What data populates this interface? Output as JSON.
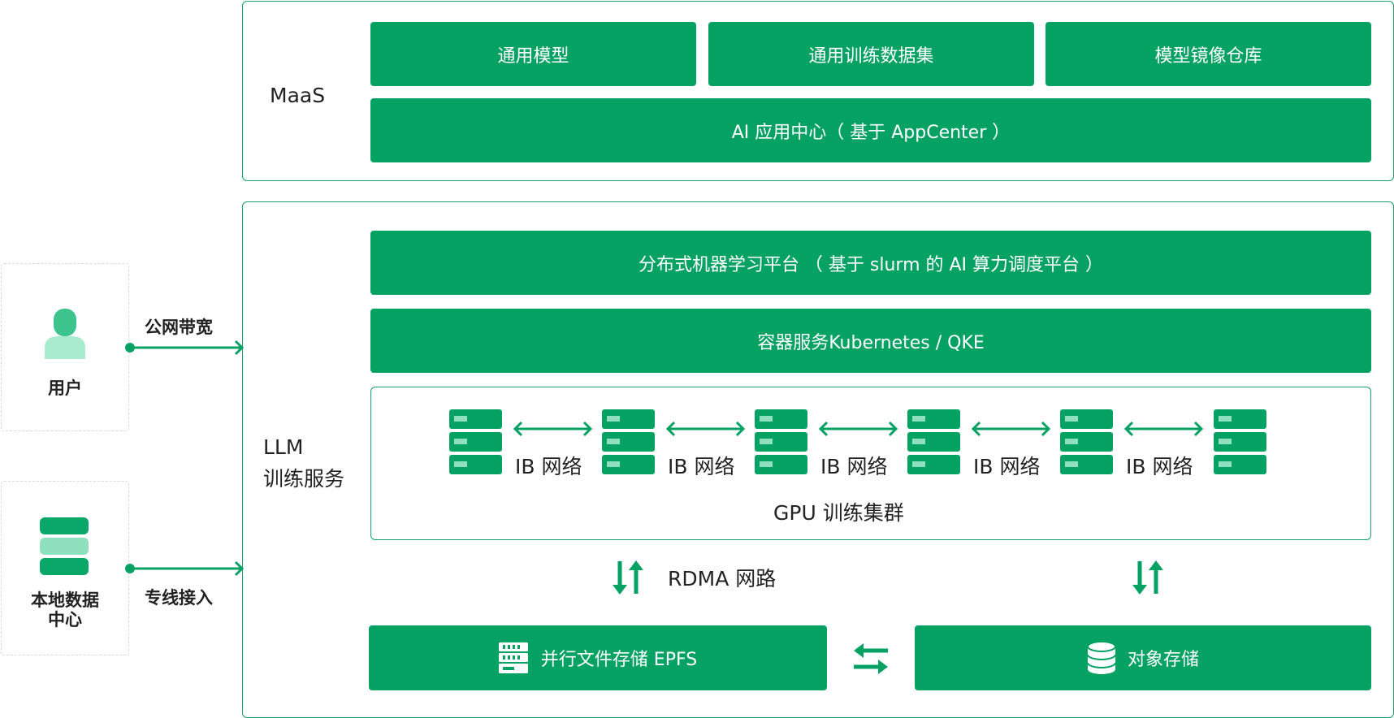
{
  "maas": {
    "label": "MaaS",
    "tiles": [
      "通用模型",
      "通用训练数据集",
      "模型镜像仓库"
    ],
    "app_center": "AI 应用中心（ 基于 AppCenter ）"
  },
  "llm": {
    "label_line1": "LLM",
    "label_line2": "训练服务",
    "distributed_platform": "分布式机器学习平台 （ 基于 slurm 的 AI 算力调度平台 ）",
    "container_service": "容器服务Kubernetes / QKE",
    "ib_network_label": "IB 网络",
    "cluster_label": "GPU 训练集群",
    "rdma_label": "RDMA 网路",
    "parallel_storage": "并行文件存储 EPFS",
    "object_storage": "对象存储"
  },
  "sources": {
    "user_label": "用户",
    "datacenter_line1": "本地数据",
    "datacenter_line2": "中心",
    "public_bandwidth": "公网带宽",
    "dedicated_line": "专线接入"
  },
  "icons": [
    "user-icon",
    "database-icon",
    "server-icon",
    "storage-rack-icon",
    "storage-cylinder-icon",
    "bidirectional-arrow-icon",
    "updown-arrows-icon",
    "swap-arrows-icon"
  ],
  "colors": {
    "primary": "#06a264",
    "light": "#8fe0bf",
    "mid": "#5fd2a4"
  }
}
